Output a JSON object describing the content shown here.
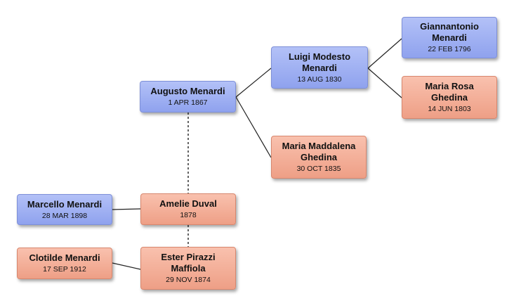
{
  "people": {
    "augusto": {
      "name": "Augusto Menardi",
      "date": "1 APR 1867",
      "sex": "male"
    },
    "luigi": {
      "name": "Luigi Modesto Menardi",
      "date": "13 AUG 1830",
      "sex": "male"
    },
    "giannantonio": {
      "name": "Giannantonio Menardi",
      "date": "22 FEB 1796",
      "sex": "male"
    },
    "maria_rosa": {
      "name": "Maria Rosa Ghedina",
      "date": "14 JUN 1803",
      "sex": "female"
    },
    "maria_maddalena": {
      "name": "Maria Maddalena Ghedina",
      "date": "30 OCT 1835",
      "sex": "female"
    },
    "marcello": {
      "name": "Marcello Menardi",
      "date": "28 MAR 1898",
      "sex": "male"
    },
    "amelie": {
      "name": "Amelie Duval",
      "date": "1878",
      "sex": "female"
    },
    "clotilde": {
      "name": "Clotilde Menardi",
      "date": "17 SEP 1912",
      "sex": "female"
    },
    "ester": {
      "name": "Ester Pirazzi Maffiola",
      "date": "29 NOV 1874",
      "sex": "female"
    }
  }
}
